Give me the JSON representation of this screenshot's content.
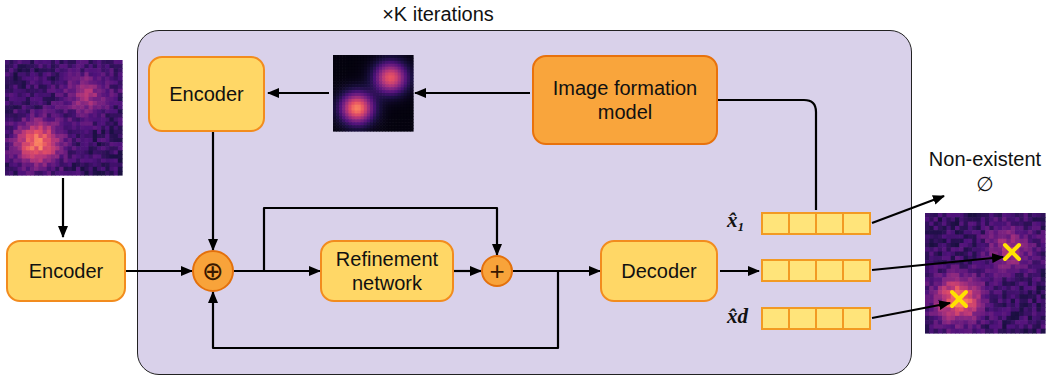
{
  "diagram": {
    "nodes": [
      {
        "text": [
          "×K iterations"
        ]
      },
      {
        "text": [
          "Encoder"
        ],
        "in": 0
      },
      {
        "text": [
          "Image formation model"
        ],
        "in": 0
      },
      {
        "text": [
          "Encoder"
        ]
      },
      {
        "text": [
          "⊕"
        ],
        "in": 0
      },
      {
        "text": [
          "Refinement network"
        ],
        "in": 0
      },
      {
        "text": [
          "+"
        ],
        "in": 0
      },
      {
        "text": [
          "Decoder"
        ],
        "in": 0
      }
    ],
    "edges": [
      {
        "from": 3,
        "to": 4,
        "arrow": "to"
      },
      {
        "from": 1,
        "to": 4,
        "arrow": "to"
      },
      {
        "from": 4,
        "to": 5,
        "arrow": "to"
      },
      {
        "from": 4,
        "to": 6,
        "arrow": "to"
      },
      {
        "from": 5,
        "to": 6,
        "arrow": "to"
      },
      {
        "from": 6,
        "to": 7,
        "arrow": "to"
      },
      {
        "from": 6,
        "to": 4,
        "arrow": "to"
      }
    ],
    "labels": [
      "x̂₁",
      "x̂d",
      "Non-existent",
      "∅"
    ]
  }
}
